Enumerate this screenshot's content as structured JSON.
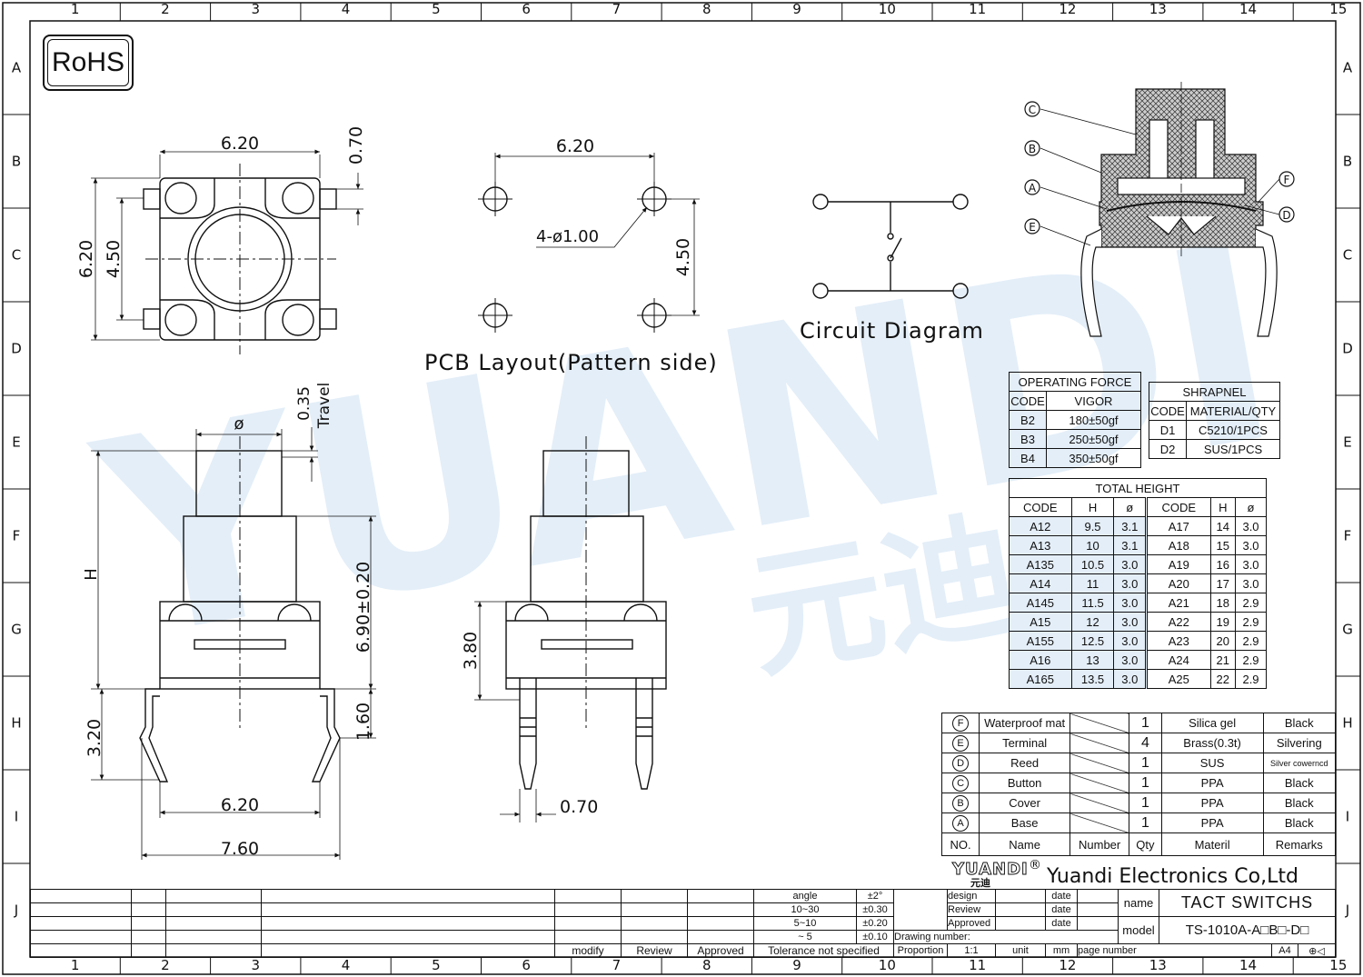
{
  "rohs": "RoHS",
  "grid": {
    "columns": [
      "1",
      "2",
      "3",
      "4",
      "5",
      "6",
      "7",
      "8",
      "9",
      "10",
      "11",
      "12",
      "13",
      "14",
      "15"
    ],
    "rows": [
      "A",
      "B",
      "C",
      "D",
      "E",
      "F",
      "G",
      "H",
      "I",
      "J"
    ]
  },
  "watermark": {
    "text": "YUANDI",
    "chinese": "元迪"
  },
  "top_view": {
    "width": "6.20",
    "height": "6.20",
    "inner": "4.50",
    "lead": "0.70"
  },
  "pcb_layout": {
    "width": "6.20",
    "height": "4.50",
    "holes": "4-ø1.00",
    "caption": "PCB Layout(Pattern side)"
  },
  "circuit": {
    "caption": "Circuit Diagram"
  },
  "section_labels": [
    "C",
    "B",
    "A",
    "E",
    "F",
    "D"
  ],
  "front_view": {
    "diameter": "ø",
    "travel": "0.35",
    "travel_label": "Travel",
    "height": "H",
    "body": "6.90±0.20",
    "lead_h": "1.60",
    "lead_out": "3.20",
    "pitch": "6.20",
    "outer": "7.60"
  },
  "side_view": {
    "height": "3.80",
    "lead": "0.70"
  },
  "operating_force": {
    "title": "OPERATING FORCE",
    "headers": [
      "CODE",
      "VIGOR"
    ],
    "rows": [
      [
        "B2",
        "180±50gf"
      ],
      [
        "B3",
        "250±50gf"
      ],
      [
        "B4",
        "350±50gf"
      ]
    ]
  },
  "shrapnel": {
    "title": "SHRAPNEL",
    "headers": [
      "CODE",
      "MATERIAL/QTY"
    ],
    "rows": [
      [
        "D1",
        "C5210/1PCS"
      ],
      [
        "D2",
        "SUS/1PCS"
      ]
    ]
  },
  "total_height": {
    "title": "TOTAL HEIGHT",
    "headers": [
      "CODE",
      "H",
      "ø",
      "CODE",
      "H",
      "ø"
    ],
    "rows": [
      [
        "A12",
        "9.5",
        "3.1",
        "A17",
        "14",
        "3.0"
      ],
      [
        "A13",
        "10",
        "3.1",
        "A18",
        "15",
        "3.0"
      ],
      [
        "A135",
        "10.5",
        "3.0",
        "A19",
        "16",
        "3.0"
      ],
      [
        "A14",
        "11",
        "3.0",
        "A20",
        "17",
        "3.0"
      ],
      [
        "A145",
        "11.5",
        "3.0",
        "A21",
        "18",
        "2.9"
      ],
      [
        "A15",
        "12",
        "3.0",
        "A22",
        "19",
        "2.9"
      ],
      [
        "A155",
        "12.5",
        "3.0",
        "A23",
        "20",
        "2.9"
      ],
      [
        "A16",
        "13",
        "3.0",
        "A24",
        "21",
        "2.9"
      ],
      [
        "A165",
        "13.5",
        "3.0",
        "A25",
        "22",
        "2.9"
      ]
    ]
  },
  "bom": {
    "rows": [
      {
        "no": "F",
        "name": "Waterproof mat",
        "qty": "1",
        "material": "Silica gel",
        "remarks": "Black"
      },
      {
        "no": "E",
        "name": "Terminal",
        "qty": "4",
        "material": "Brass(0.3t)",
        "remarks": "Silvering"
      },
      {
        "no": "D",
        "name": "Reed",
        "qty": "1",
        "material": "SUS",
        "remarks": "Silver cowerncd"
      },
      {
        "no": "C",
        "name": "Button",
        "qty": "1",
        "material": "PPA",
        "remarks": "Black"
      },
      {
        "no": "B",
        "name": "Cover",
        "qty": "1",
        "material": "PPA",
        "remarks": "Black"
      },
      {
        "no": "A",
        "name": "Base",
        "qty": "1",
        "material": "PPA",
        "remarks": "Black"
      }
    ],
    "headers": {
      "no": "NO.",
      "name": "Name",
      "number": "Number",
      "qty": "Qty",
      "material": "Materil",
      "remarks": "Remarks"
    }
  },
  "company": {
    "logo": "YUANDI",
    "registered": "®",
    "name": "Yuandi Electronics Co,Ltd"
  },
  "title_block": {
    "tolerance": [
      [
        "angle",
        "±2°"
      ],
      [
        "10~30",
        "±0.30"
      ],
      [
        "5~10",
        "±0.20"
      ],
      [
        "~ 5",
        "±0.10"
      ]
    ],
    "tolerance_label": "Tolerance not specified",
    "revision": [
      "modify",
      "Review",
      "Approved"
    ],
    "signoff": [
      "design",
      "Review",
      "Approved"
    ],
    "date_label": "date",
    "drawing_number": "Drawing number:",
    "proportion_label": "Proportion",
    "proportion": "1:1",
    "unit_label": "unit",
    "unit": "mm",
    "page_label": "page number",
    "size": "A4",
    "name_label": "name",
    "name": "TACT SWITCHS",
    "model_label": "model",
    "model": "TS-1010A-A□B□-D□"
  }
}
